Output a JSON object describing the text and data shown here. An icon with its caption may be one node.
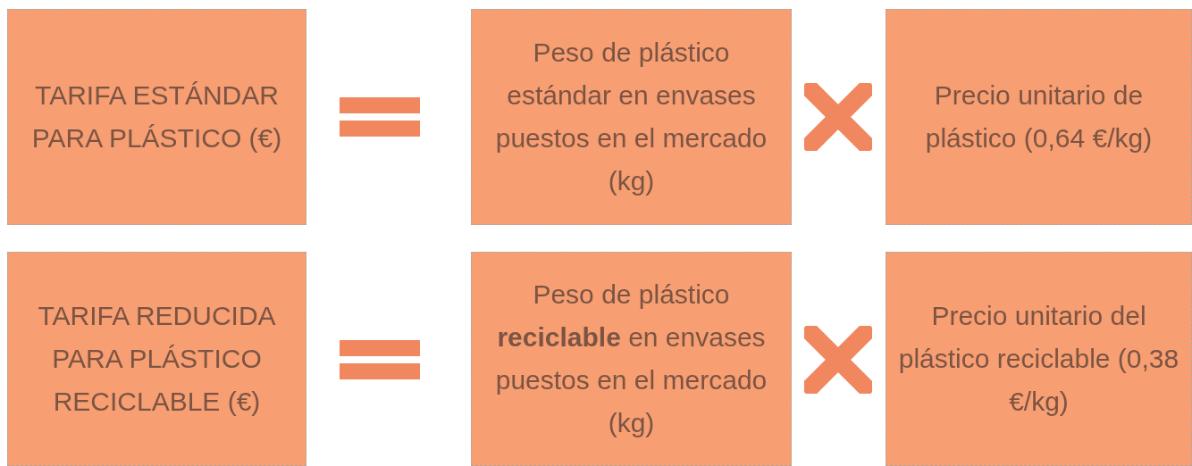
{
  "diagram": {
    "nodes": [
      {
        "text": [
          "TARIFA ESTÁNDAR PARA PLÁSTICO (€)"
        ]
      },
      {
        "text": [
          "Peso de plástico estándar en envases puestos en el mercado (kg)"
        ]
      },
      {
        "text": [
          "Precio unitario de plástico (0,64 €/kg)"
        ]
      },
      {
        "text": [
          "TARIFA REDUCIDA PARA PLÁSTICO RECICLABLE (€)"
        ]
      },
      {
        "text": [
          "Peso de plástico **reciclable** en envases puestos en el mercado (kg)"
        ]
      },
      {
        "text": [
          "Precio unitario del plástico reciclable (0,38 €/kg)"
        ]
      }
    ]
  }
}
